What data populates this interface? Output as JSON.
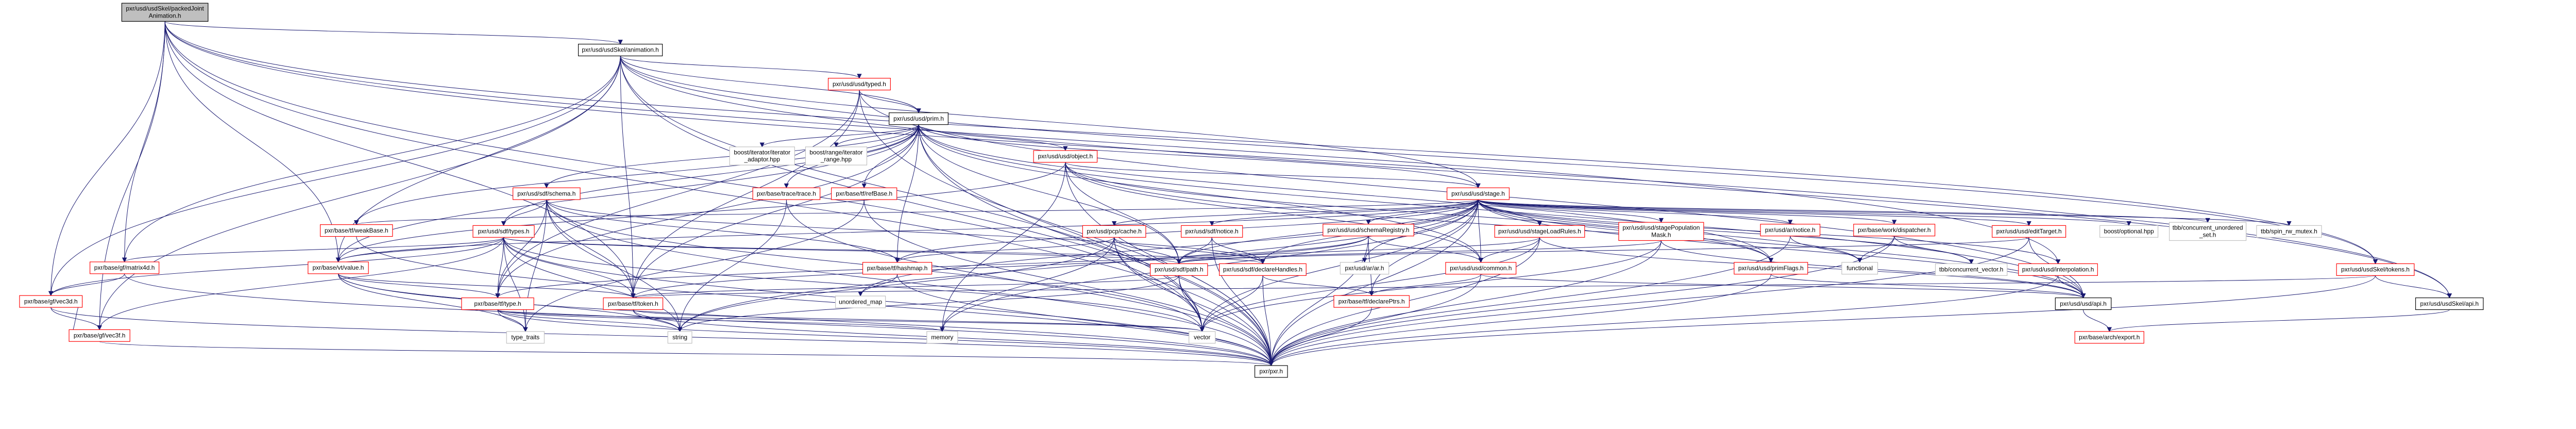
{
  "title": "pxr/usd/usdSkel/packedJointAnimation.h",
  "colors": {
    "edge": "#191970",
    "documented_border": "#ff0000",
    "undocumented_border": "#bfbfbf",
    "root_fill": "#bfbfbf"
  },
  "nodes": {
    "root": {
      "lines": [
        "pxr/usd/usdSkel/packedJoint",
        "Animation.h"
      ],
      "kind": "root"
    },
    "animation": {
      "lines": [
        "pxr/usd/usdSkel/animation.h"
      ],
      "kind": "black"
    },
    "typed": {
      "lines": [
        "pxr/usd/usd/typed.h"
      ],
      "kind": "red"
    },
    "prim": {
      "lines": [
        "pxr/usd/usd/prim.h"
      ],
      "kind": "black"
    },
    "iteratorAdaptor": {
      "lines": [
        "boost/iterator/iterator",
        "_adaptor.hpp"
      ],
      "kind": "gray"
    },
    "iteratorRange": {
      "lines": [
        "boost/range/iterator",
        "_range.hpp"
      ],
      "kind": "gray"
    },
    "object": {
      "lines": [
        "pxr/usd/usd/object.h"
      ],
      "kind": "red"
    },
    "schema": {
      "lines": [
        "pxr/usd/sdf/schema.h"
      ],
      "kind": "red"
    },
    "trace": {
      "lines": [
        "pxr/base/trace/trace.h"
      ],
      "kind": "red"
    },
    "refBase": {
      "lines": [
        "pxr/base/tf/refBase.h"
      ],
      "kind": "red"
    },
    "stage": {
      "lines": [
        "pxr/usd/usd/stage.h"
      ],
      "kind": "red"
    },
    "weakBase": {
      "lines": [
        "pxr/base/tf/weakBase.h"
      ],
      "kind": "red"
    },
    "sdfTypes": {
      "lines": [
        "pxr/usd/sdf/types.h"
      ],
      "kind": "red"
    },
    "pcpCache": {
      "lines": [
        "pxr/usd/pcp/cache.h"
      ],
      "kind": "red"
    },
    "sdfNotice": {
      "lines": [
        "pxr/usd/sdf/notice.h"
      ],
      "kind": "red"
    },
    "schemaRegistry": {
      "lines": [
        "pxr/usd/usd/schemaRegistry.h"
      ],
      "kind": "red"
    },
    "stageLoadRules": {
      "lines": [
        "pxr/usd/usd/stageLoadRules.h"
      ],
      "kind": "red"
    },
    "stagePopMask": {
      "lines": [
        "pxr/usd/usd/stagePopulation",
        "Mask.h"
      ],
      "kind": "red"
    },
    "arNotice": {
      "lines": [
        "pxr/usd/ar/notice.h"
      ],
      "kind": "red"
    },
    "dispatcher": {
      "lines": [
        "pxr/base/work/dispatcher.h"
      ],
      "kind": "red"
    },
    "editTarget": {
      "lines": [
        "pxr/usd/usd/editTarget.h"
      ],
      "kind": "red"
    },
    "boostOptional": {
      "lines": [
        "boost/optional.hpp"
      ],
      "kind": "gray"
    },
    "concUnorderedSet": {
      "lines": [
        "tbb/concurrent_unordered",
        "_set.h"
      ],
      "kind": "gray"
    },
    "spinRwMutex": {
      "lines": [
        "tbb/spin_rw_mutex.h"
      ],
      "kind": "gray"
    },
    "matrix4d": {
      "lines": [
        "pxr/base/gf/matrix4d.h"
      ],
      "kind": "red"
    },
    "value": {
      "lines": [
        "pxr/base/vt/value.h"
      ],
      "kind": "red"
    },
    "hashmap": {
      "lines": [
        "pxr/base/tf/hashmap.h"
      ],
      "kind": "red"
    },
    "path": {
      "lines": [
        "pxr/usd/sdf/path.h"
      ],
      "kind": "red"
    },
    "declareHandles": {
      "lines": [
        "pxr/usd/sdf/declareHandles.h"
      ],
      "kind": "red"
    },
    "arAr": {
      "lines": [
        "pxr/usd/ar/ar.h"
      ],
      "kind": "gray"
    },
    "common": {
      "lines": [
        "pxr/usd/usd/common.h"
      ],
      "kind": "red"
    },
    "primFlags": {
      "lines": [
        "pxr/usd/usd/primFlags.h"
      ],
      "kind": "red"
    },
    "functional": {
      "lines": [
        "functional"
      ],
      "kind": "gray"
    },
    "concVector": {
      "lines": [
        "tbb/concurrent_vector.h"
      ],
      "kind": "gray"
    },
    "interpolation": {
      "lines": [
        "pxr/usd/usd/interpolation.h"
      ],
      "kind": "red"
    },
    "tokens": {
      "lines": [
        "pxr/usd/usdSkel/tokens.h"
      ],
      "kind": "red"
    },
    "vec3d": {
      "lines": [
        "pxr/base/gf/vec3d.h"
      ],
      "kind": "red"
    },
    "tfType": {
      "lines": [
        "pxr/base/tf/type.h"
      ],
      "kind": "red"
    },
    "tfToken": {
      "lines": [
        "pxr/base/tf/token.h"
      ],
      "kind": "red"
    },
    "unorderedMap": {
      "lines": [
        "unordered_map"
      ],
      "kind": "gray"
    },
    "declarePtrs": {
      "lines": [
        "pxr/base/tf/declarePtrs.h"
      ],
      "kind": "red"
    },
    "usdApi": {
      "lines": [
        "pxr/usd/usd/api.h"
      ],
      "kind": "black"
    },
    "usdSkelApi": {
      "lines": [
        "pxr/usd/usdSkel/api.h"
      ],
      "kind": "black"
    },
    "vec3f": {
      "lines": [
        "pxr/base/gf/vec3f.h"
      ],
      "kind": "red"
    },
    "typeTraits": {
      "lines": [
        "type_traits"
      ],
      "kind": "gray"
    },
    "string": {
      "lines": [
        "string"
      ],
      "kind": "gray"
    },
    "memory": {
      "lines": [
        "memory"
      ],
      "kind": "gray"
    },
    "vector": {
      "lines": [
        "vector"
      ],
      "kind": "gray"
    },
    "archExport": {
      "lines": [
        "pxr/base/arch/export.h"
      ],
      "kind": "red"
    },
    "pxr": {
      "lines": [
        "pxr/pxr.h"
      ],
      "kind": "black"
    }
  },
  "edges": [
    [
      "root",
      "animation"
    ],
    [
      "root",
      "usdSkelApi"
    ],
    [
      "root",
      "tokens"
    ],
    [
      "root",
      "matrix4d"
    ],
    [
      "root",
      "vec3d"
    ],
    [
      "root",
      "vec3f"
    ],
    [
      "root",
      "value"
    ],
    [
      "root",
      "tfToken"
    ],
    [
      "root",
      "vector"
    ],
    [
      "root",
      "pxr"
    ],
    [
      "root",
      "interpolation"
    ],
    [
      "animation",
      "typed"
    ],
    [
      "animation",
      "prim"
    ],
    [
      "animation",
      "tokens"
    ],
    [
      "animation",
      "usdSkelApi"
    ],
    [
      "animation",
      "stage"
    ],
    [
      "animation",
      "matrix4d"
    ],
    [
      "animation",
      "vec3d"
    ],
    [
      "animation",
      "vec3f"
    ],
    [
      "animation",
      "value"
    ],
    [
      "animation",
      "tfToken"
    ],
    [
      "animation",
      "pxr"
    ],
    [
      "animation",
      "vector"
    ],
    [
      "typed",
      "prim"
    ],
    [
      "typed",
      "usdApi"
    ],
    [
      "typed",
      "tfType"
    ],
    [
      "typed",
      "tfToken"
    ],
    [
      "typed",
      "pxr"
    ],
    [
      "prim",
      "object"
    ],
    [
      "prim",
      "iteratorAdaptor"
    ],
    [
      "prim",
      "iteratorRange"
    ],
    [
      "prim",
      "trace"
    ],
    [
      "prim",
      "refBase"
    ],
    [
      "prim",
      "schema"
    ],
    [
      "prim",
      "sdfTypes"
    ],
    [
      "prim",
      "path"
    ],
    [
      "prim",
      "tfToken"
    ],
    [
      "prim",
      "tfType"
    ],
    [
      "prim",
      "usdApi"
    ],
    [
      "prim",
      "primFlags"
    ],
    [
      "prim",
      "common"
    ],
    [
      "prim",
      "pxr"
    ],
    [
      "prim",
      "vector"
    ],
    [
      "prim",
      "weakBase"
    ],
    [
      "prim",
      "value"
    ],
    [
      "prim",
      "hashmap"
    ],
    [
      "prim",
      "stage"
    ],
    [
      "object",
      "common"
    ],
    [
      "object",
      "primFlags"
    ],
    [
      "object",
      "path"
    ],
    [
      "object",
      "value"
    ],
    [
      "object",
      "usdApi"
    ],
    [
      "object",
      "pxr"
    ],
    [
      "object",
      "memory"
    ],
    [
      "object",
      "stage"
    ],
    [
      "stage",
      "schemaRegistry"
    ],
    [
      "stage",
      "stageLoadRules"
    ],
    [
      "stage",
      "stagePopMask"
    ],
    [
      "stage",
      "arNotice"
    ],
    [
      "stage",
      "dispatcher"
    ],
    [
      "stage",
      "editTarget"
    ],
    [
      "stage",
      "boostOptional"
    ],
    [
      "stage",
      "concUnorderedSet"
    ],
    [
      "stage",
      "spinRwMutex"
    ],
    [
      "stage",
      "pcpCache"
    ],
    [
      "stage",
      "sdfNotice"
    ],
    [
      "stage",
      "interpolation"
    ],
    [
      "stage",
      "concVector"
    ],
    [
      "stage",
      "functional"
    ],
    [
      "stage",
      "common"
    ],
    [
      "stage",
      "primFlags"
    ],
    [
      "stage",
      "path"
    ],
    [
      "stage",
      "declareHandles"
    ],
    [
      "stage",
      "weakBase"
    ],
    [
      "stage",
      "value"
    ],
    [
      "stage",
      "hashmap"
    ],
    [
      "stage",
      "arAr"
    ],
    [
      "stage",
      "declarePtrs"
    ],
    [
      "stage",
      "usdApi"
    ],
    [
      "stage",
      "pxr"
    ],
    [
      "stage",
      "vector"
    ],
    [
      "stage",
      "string"
    ],
    [
      "stage",
      "memory"
    ],
    [
      "stage",
      "unorderedMap"
    ],
    [
      "schema",
      "sdfTypes"
    ],
    [
      "schema",
      "tfType"
    ],
    [
      "schema",
      "tfToken"
    ],
    [
      "schema",
      "hashmap"
    ],
    [
      "schema",
      "string"
    ],
    [
      "schema",
      "vector"
    ],
    [
      "schema",
      "declareHandles"
    ],
    [
      "schema",
      "typeTraits"
    ],
    [
      "schema",
      "pxr"
    ],
    [
      "sdfTypes",
      "tfType"
    ],
    [
      "sdfTypes",
      "tfToken"
    ],
    [
      "sdfTypes",
      "value"
    ],
    [
      "sdfTypes",
      "matrix4d"
    ],
    [
      "sdfTypes",
      "vec3d"
    ],
    [
      "sdfTypes",
      "vec3f"
    ],
    [
      "sdfTypes",
      "path"
    ],
    [
      "sdfTypes",
      "declareHandles"
    ],
    [
      "sdfTypes",
      "typeTraits"
    ],
    [
      "sdfTypes",
      "string"
    ],
    [
      "sdfTypes",
      "vector"
    ],
    [
      "sdfTypes",
      "pxr"
    ],
    [
      "trace",
      "string"
    ],
    [
      "trace",
      "pxr"
    ],
    [
      "refBase",
      "pxr"
    ],
    [
      "refBase",
      "typeTraits"
    ],
    [
      "weakBase",
      "pxr"
    ],
    [
      "pcpCache",
      "path"
    ],
    [
      "pcpCache",
      "declareHandles"
    ],
    [
      "pcpCache",
      "memory"
    ],
    [
      "pcpCache",
      "vector"
    ],
    [
      "pcpCache",
      "pxr"
    ],
    [
      "pcpCache",
      "string"
    ],
    [
      "pcpCache",
      "hashmap"
    ],
    [
      "sdfNotice",
      "path"
    ],
    [
      "sdfNotice",
      "declareHandles"
    ],
    [
      "sdfNotice",
      "pxr"
    ],
    [
      "schemaRegistry",
      "common"
    ],
    [
      "schemaRegistry",
      "declarePtrs"
    ],
    [
      "schemaRegistry",
      "pxr"
    ],
    [
      "schemaRegistry",
      "tfType"
    ],
    [
      "schemaRegistry",
      "tfToken"
    ],
    [
      "stageLoadRules",
      "common"
    ],
    [
      "stageLoadRules",
      "usdApi"
    ],
    [
      "stageLoadRules",
      "pxr"
    ],
    [
      "stageLoadRules",
      "vector"
    ],
    [
      "stageLoadRules",
      "path"
    ],
    [
      "stagePopMask",
      "path"
    ],
    [
      "stagePopMask",
      "usdApi"
    ],
    [
      "stagePopMask",
      "pxr"
    ],
    [
      "stagePopMask",
      "vector"
    ],
    [
      "arNotice",
      "functional"
    ],
    [
      "arNotice",
      "pxr"
    ],
    [
      "dispatcher",
      "functional"
    ],
    [
      "dispatcher",
      "concVector"
    ],
    [
      "dispatcher",
      "pxr"
    ],
    [
      "editTarget",
      "usdApi"
    ],
    [
      "editTarget",
      "pxr"
    ],
    [
      "editTarget",
      "path"
    ],
    [
      "matrix4d",
      "vec3d"
    ],
    [
      "matrix4d",
      "pxr"
    ],
    [
      "vec3d",
      "vec3f"
    ],
    [
      "vec3d",
      "pxr"
    ],
    [
      "vec3f",
      "vec3d"
    ],
    [
      "vec3f",
      "pxr"
    ],
    [
      "value",
      "typeTraits"
    ],
    [
      "value",
      "string"
    ],
    [
      "value",
      "pxr"
    ],
    [
      "value",
      "tfType"
    ],
    [
      "value",
      "tfToken"
    ],
    [
      "hashmap",
      "unorderedMap"
    ],
    [
      "hashmap",
      "pxr"
    ],
    [
      "path",
      "tfToken"
    ],
    [
      "path",
      "string"
    ],
    [
      "path",
      "vector"
    ],
    [
      "path",
      "pxr"
    ],
    [
      "declareHandles",
      "declarePtrs"
    ],
    [
      "declareHandles",
      "vector"
    ],
    [
      "declareHandles",
      "pxr"
    ],
    [
      "common",
      "declarePtrs"
    ],
    [
      "common",
      "pxr"
    ],
    [
      "common",
      "usdApi"
    ],
    [
      "primFlags",
      "usdApi"
    ],
    [
      "primFlags",
      "pxr"
    ],
    [
      "interpolation",
      "usdApi"
    ],
    [
      "interpolation",
      "pxr"
    ],
    [
      "tokens",
      "usdSkelApi"
    ],
    [
      "tokens",
      "tfToken"
    ],
    [
      "tokens",
      "pxr"
    ],
    [
      "tfType",
      "typeTraits"
    ],
    [
      "tfType",
      "string"
    ],
    [
      "tfType",
      "vector"
    ],
    [
      "tfType",
      "pxr"
    ],
    [
      "tfType",
      "memory"
    ],
    [
      "tfToken",
      "string"
    ],
    [
      "tfToken",
      "pxr"
    ],
    [
      "tfToken",
      "vector"
    ],
    [
      "usdApi",
      "archExport"
    ],
    [
      "usdSkelApi",
      "archExport"
    ],
    [
      "declarePtrs",
      "pxr"
    ]
  ]
}
